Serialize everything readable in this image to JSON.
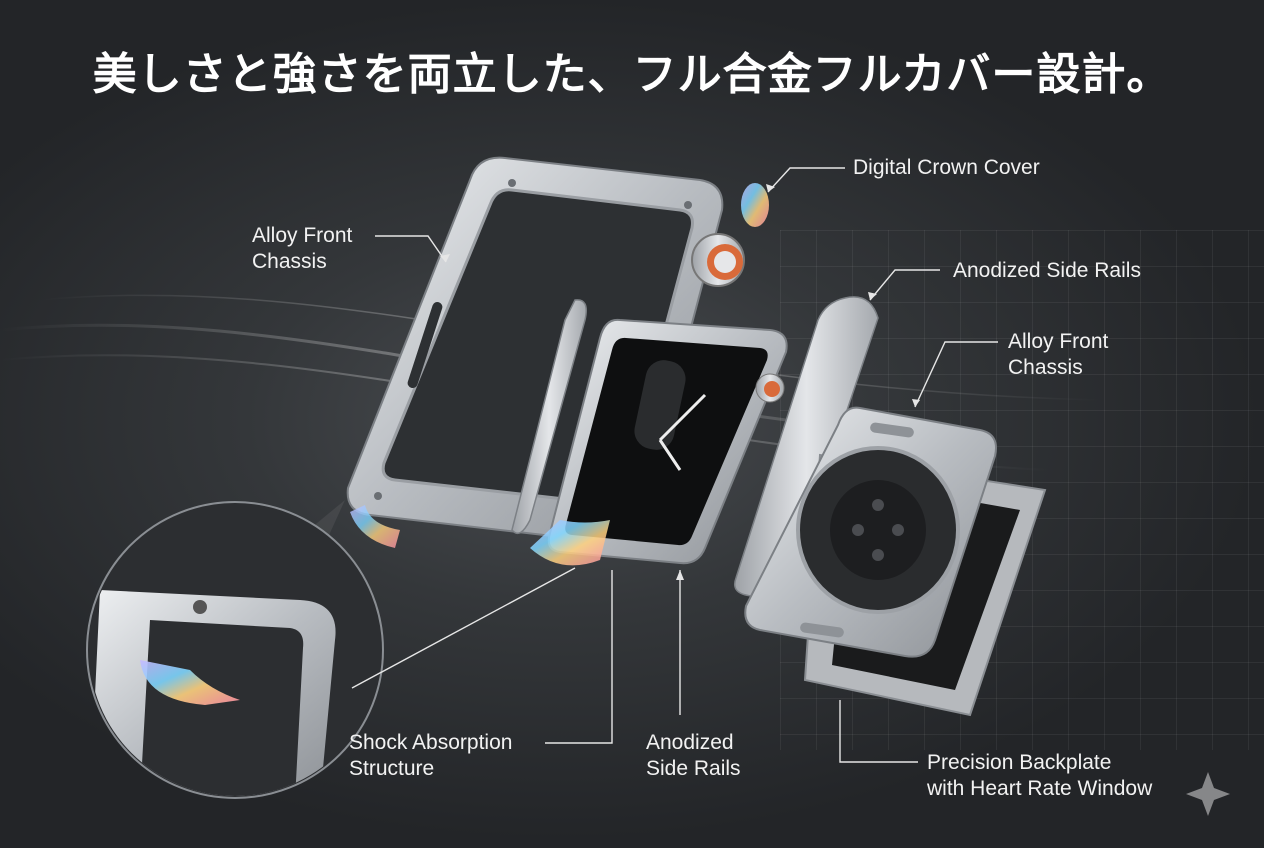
{
  "headline": "美しさと強さを両立した、フル合金フルカバー設計。",
  "callouts": {
    "front_chassis_left": [
      "Alloy Front",
      "Chassis"
    ],
    "digital_crown_cover": "Digital Crown Cover",
    "side_rails_top": "Anodized Side Rails",
    "front_chassis_right": [
      "Alloy Front",
      "Chassis"
    ],
    "shock_absorption": [
      "Shock Absorption",
      "Structure"
    ],
    "side_rails_bottom": [
      "Anodized",
      "Side Rails"
    ],
    "backplate": [
      "Precision Backplate",
      "with Heart Rate Window"
    ]
  },
  "colors": {
    "background": "#2a2c2f",
    "metal": "#c9ccd0",
    "accent_orange": "#d96a3a"
  }
}
